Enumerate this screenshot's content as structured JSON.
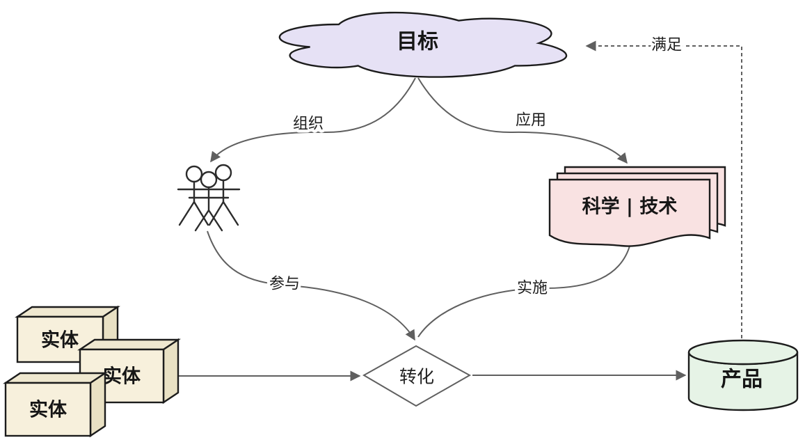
{
  "diagram": {
    "nodes": {
      "goal": {
        "label": "目标",
        "shape": "cloud"
      },
      "crowd": {
        "shape": "people-group-icon"
      },
      "science_tech": {
        "label": "科学 | 技术",
        "shape": "document-stack"
      },
      "entity_top": {
        "label": "实体",
        "shape": "box-3d"
      },
      "entity_middle": {
        "label": "实体",
        "shape": "box-3d"
      },
      "entity_bottom": {
        "label": "实体",
        "shape": "box-3d"
      },
      "transform": {
        "label": "转化",
        "shape": "diamond"
      },
      "product": {
        "label": "产品",
        "shape": "cylinder"
      }
    },
    "edges": {
      "organize": {
        "label": "组织",
        "from": "goal",
        "to": "crowd",
        "style": "solid-arrow"
      },
      "apply": {
        "label": "应用",
        "from": "goal",
        "to": "science_tech",
        "style": "solid-arrow"
      },
      "participate": {
        "label": "参与",
        "from": "crowd",
        "to": "transform",
        "style": "solid-arrow"
      },
      "implement": {
        "label": "实施",
        "from": "science_tech",
        "to": "transform",
        "style": "solid-arrow"
      },
      "entity_to_transform": {
        "from": "entity_middle",
        "to": "transform",
        "style": "solid-arrow"
      },
      "transform_to_product": {
        "from": "transform",
        "to": "product",
        "style": "solid-arrow"
      },
      "satisfy": {
        "label": "满足",
        "from": "product",
        "to": "goal",
        "style": "dashed-arrow"
      }
    },
    "colors": {
      "edge": "#5f5f5f",
      "node_stroke": "#1c1c1c",
      "text": "#161616",
      "cloud_fill": "#e6e1f5",
      "doc_fill": "#f9e2e2",
      "box_fill": "#f7f0dc",
      "box_top_fill": "#efe8d0",
      "box_side_fill": "#e9e1c4",
      "diamond_fill": "#ffffff",
      "cylinder_fill": "#e6f3e6",
      "background": "#ffffff"
    }
  }
}
